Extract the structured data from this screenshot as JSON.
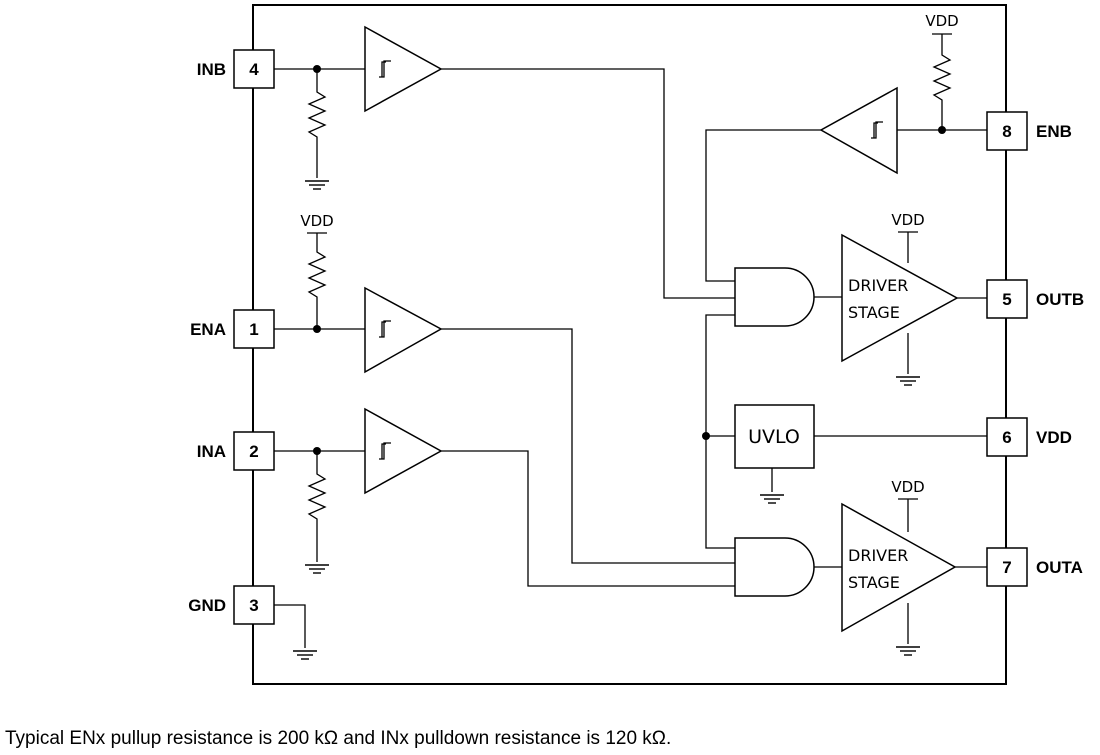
{
  "pins": {
    "p4": {
      "number": "4",
      "name": "INB"
    },
    "p1": {
      "number": "1",
      "name": "ENA"
    },
    "p2": {
      "number": "2",
      "name": "INA"
    },
    "p3": {
      "number": "3",
      "name": "GND"
    },
    "p8": {
      "number": "8",
      "name": "ENB"
    },
    "p5": {
      "number": "5",
      "name": "OUTB"
    },
    "p6": {
      "number": "6",
      "name": "VDD"
    },
    "p7": {
      "number": "7",
      "name": "OUTA"
    }
  },
  "labels": {
    "vdd": "VDD",
    "driver_line1": "DRIVER",
    "driver_line2": "STAGE",
    "uvlo": "UVLO"
  },
  "caption": "Typical ENx pullup resistance is 200 kΩ and INx pulldown resistance is 120 kΩ."
}
